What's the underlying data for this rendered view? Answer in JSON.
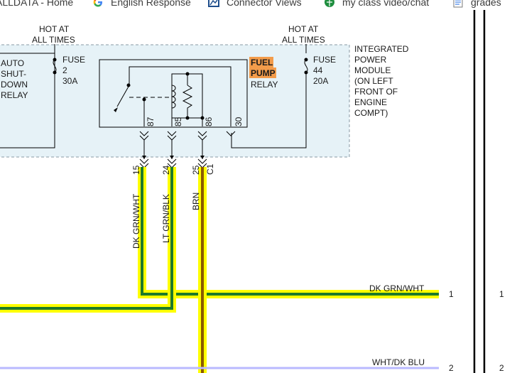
{
  "tabs": [
    {
      "label": "ALLDATA - Home",
      "icon": "bookmark-icon"
    },
    {
      "label": "English Response",
      "icon": "google-g-icon"
    },
    {
      "label": "Connector Views",
      "icon": "connector-icon"
    },
    {
      "label": "my class video/chat",
      "icon": "globe-icon"
    },
    {
      "label": "grades",
      "icon": "document-icon"
    }
  ],
  "diagram": {
    "hot_left": [
      "HOT AT",
      "ALL TIMES"
    ],
    "hot_right": [
      "HOT AT",
      "ALL TIMES"
    ],
    "asd_relay": [
      "AUTO",
      "SHUT-",
      "DOWN",
      "RELAY"
    ],
    "fuse_left": [
      "FUSE",
      "2",
      "30A"
    ],
    "fuse_right": [
      "FUSE",
      "44",
      "20A"
    ],
    "relay_hl": [
      "FUEL",
      "PUMP"
    ],
    "relay_label": "RELAY",
    "module": [
      "INTEGRATED",
      "POWER",
      "MODULE",
      "(ON LEFT",
      "FRONT OF",
      "ENGINE",
      "COMPT)"
    ],
    "pins": [
      "87",
      "85",
      "86",
      "30"
    ],
    "cavities": [
      "15",
      "24",
      "25",
      "C1"
    ],
    "wires": {
      "w1": "DK GRN/WHT",
      "w2": "LT GRN/BLK",
      "w3": "BRN",
      "bus1": "DK GRN/WHT",
      "bus2": "WHT/DK BLU"
    },
    "refs": {
      "r1": "1",
      "r1b": "1",
      "r2": "2",
      "r2b": "2"
    }
  },
  "colors": {
    "highlight": "#f39c4b",
    "wire_yellow": "#ffff00",
    "wire_green": "#1d7a2a",
    "wire_brown": "#8b5a00",
    "module_fill": "#e6f2f7"
  }
}
